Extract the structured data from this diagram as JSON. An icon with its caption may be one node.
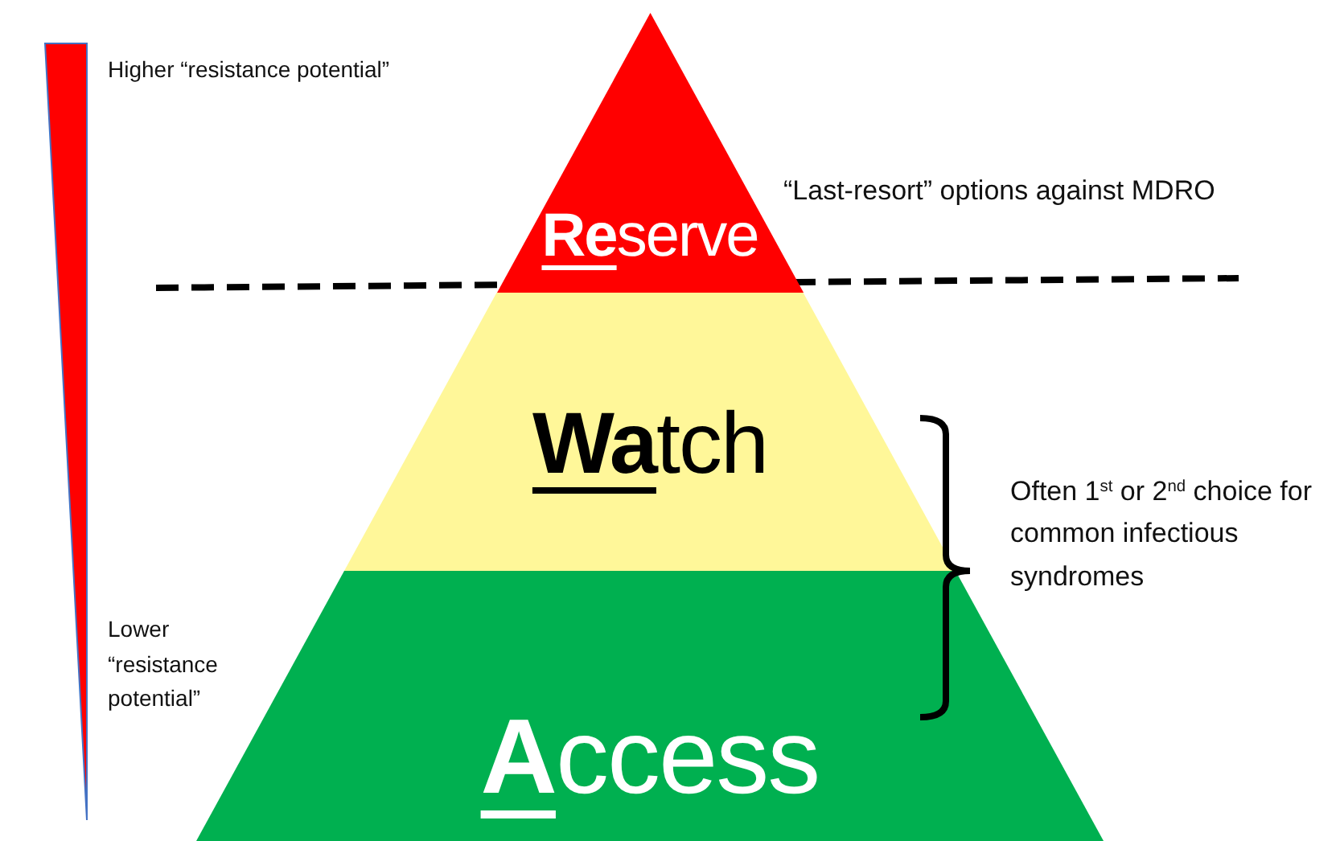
{
  "diagram": {
    "nodes": [
      {
        "text": [
          "**Re**serve"
        ]
      },
      {
        "text": [
          "**Wa**tch"
        ]
      },
      {
        "text": [
          "**A**ccess"
        ]
      }
    ],
    "labels": [
      "Higher “resistance potential”",
      "“Last-resort” options against MDRO",
      "Often 1$^{st}$ or 2$^{nd}$ choice for common infectious syndromes",
      "Lower “resistance potential”"
    ]
  }
}
